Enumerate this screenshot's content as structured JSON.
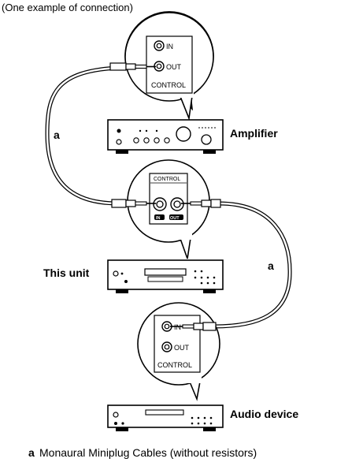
{
  "caption": "(One example of connection)",
  "devices": {
    "amplifier": "Amplifier",
    "this_unit": "This unit",
    "audio_device": "Audio device"
  },
  "jacks": {
    "in": "IN",
    "out": "OUT",
    "control": "CONTROL"
  },
  "unit_panel": {
    "title": "CONTROL",
    "in_tag": "IN",
    "out_tag": "OUT"
  },
  "cable_marker": "a",
  "footnote": {
    "marker": "a",
    "text": "Monaural Miniplug Cables (without resistors)"
  }
}
